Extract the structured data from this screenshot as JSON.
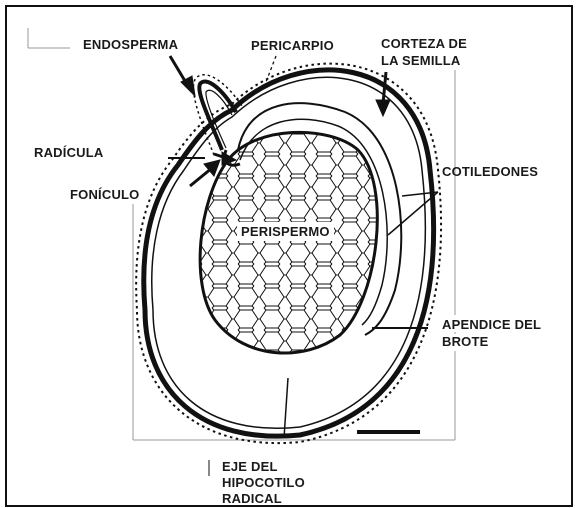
{
  "diagram": {
    "labels": {
      "endosperma": "ENDOSPERMA",
      "pericarpio": "PERICARPIO",
      "corteza_line1": "CORTEZA DE",
      "corteza_line2": "LA SEMILLA",
      "radicula": "RADÍCULA",
      "cotiledones": "COTILEDONES",
      "foniculo": "FONÍCULO",
      "perispermo": "PERISPERMO",
      "apendice_line1": "APENDICE DEL",
      "apendice_line2": "BROTE",
      "eje_line1": "EJE DEL",
      "eje_line2": "HIPOCOTILO",
      "eje_line3": "RADICAL"
    },
    "colors": {
      "ink": "#1a1a1a",
      "cell_fill": "#ffffff",
      "background": "#ffffff",
      "frame": "#9a9a9a"
    }
  }
}
